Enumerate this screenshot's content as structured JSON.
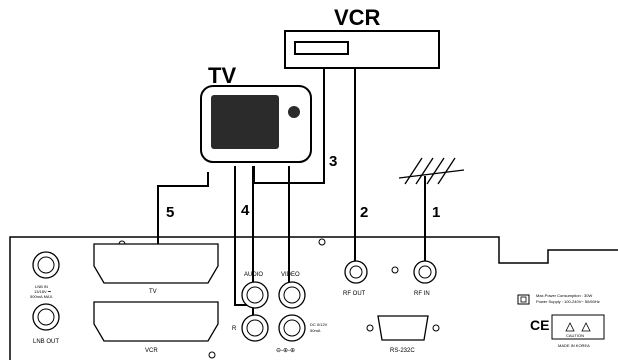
{
  "title_vcr": "VCR",
  "title_tv": "TV",
  "connections": [
    "1",
    "2",
    "3",
    "4",
    "5"
  ],
  "panel": {
    "lnb_in": [
      "LNB IN",
      "13/18V ⎓",
      "500mA MAX."
    ],
    "lnb_out": "LNB OUT",
    "scart_tv": "TV",
    "scart_vcr": "VCR",
    "audio": "AUDIO",
    "video": "VIDEO",
    "audio_r": "R",
    "dc": [
      "DC 0/12V",
      "50mA"
    ],
    "rf_out": "RF OUT",
    "rf_in": "RF IN",
    "rs232": "RS-232C",
    "rating": [
      "Max.Power Consumption : 30W",
      "Power Supply : 100-240V~ 50/60Hz"
    ],
    "ce": "CE",
    "warning": "CAUTION",
    "made_in": "MADE IN KOREA"
  }
}
